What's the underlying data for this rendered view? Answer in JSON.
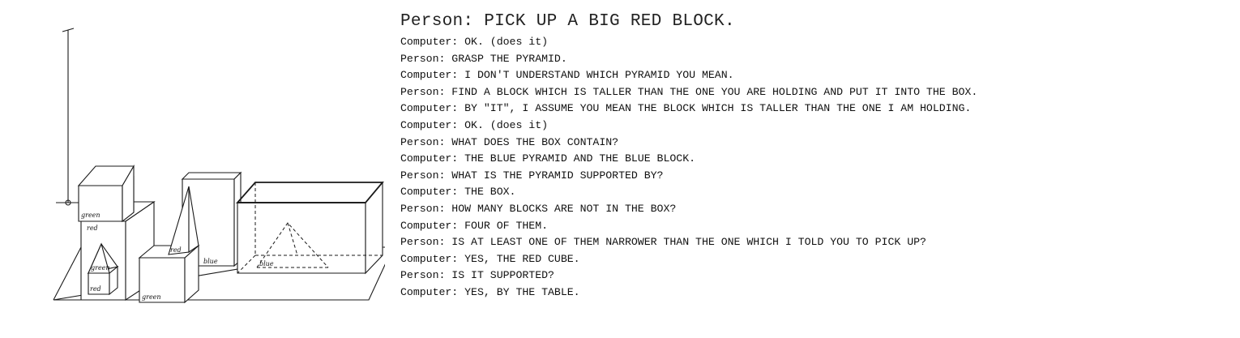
{
  "scene": {
    "labels": {
      "green_top": "green",
      "red_tall": "red",
      "green_pyramid": "green",
      "red_small": "red",
      "red_pyramid": "red",
      "blue_block": "blue",
      "green_block": "green",
      "blue_pyramid": "blue"
    }
  },
  "dialog": {
    "title": "Person: PICK UP A BIG RED BLOCK.",
    "lines": [
      "Computer: OK. (does it)",
      "Person: GRASP THE PYRAMID.",
      "Computer: I DON'T UNDERSTAND WHICH PYRAMID YOU MEAN.",
      "Person: FIND A BLOCK WHICH IS TALLER THAN THE ONE YOU ARE HOLDING AND PUT IT INTO THE BOX.",
      "Computer: BY \"IT\", I ASSUME YOU MEAN THE BLOCK WHICH IS TALLER THAN THE ONE I AM HOLDING.",
      "Computer: OK. (does it)",
      "Person: WHAT DOES THE BOX CONTAIN?",
      "Computer: THE BLUE PYRAMID AND THE BLUE BLOCK.",
      "Person: WHAT IS THE PYRAMID SUPPORTED BY?",
      "Computer: THE BOX.",
      "Person: HOW MANY BLOCKS ARE NOT IN THE BOX?",
      "Computer: FOUR OF THEM.",
      "Person: IS AT LEAST ONE OF THEM NARROWER THAN THE ONE WHICH I TOLD YOU TO PICK UP?",
      "Computer: YES, THE RED CUBE.",
      "Person: IS IT SUPPORTED?",
      "Computer: YES, BY THE TABLE."
    ]
  }
}
